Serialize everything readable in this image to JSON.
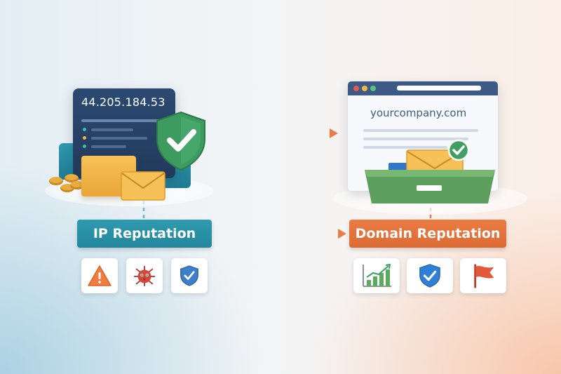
{
  "left": {
    "ip_address": "44.205.184.53",
    "label": "IP Reputation",
    "tile_icons": [
      "warning-icon",
      "malware-bug-icon",
      "shield-check-icon"
    ]
  },
  "right": {
    "domain": "yourcompany.com",
    "label": "Domain Reputation",
    "tile_icons": [
      "growth-chart-icon",
      "shield-check-icon",
      "red-flag-icon"
    ]
  },
  "colors": {
    "teal": "#2f9bb0",
    "orange": "#e8753d",
    "green": "#3f9f63",
    "navy": "#2c4a72",
    "gold": "#f2b44a",
    "blue": "#2f7fd6",
    "red": "#e25a3a"
  }
}
